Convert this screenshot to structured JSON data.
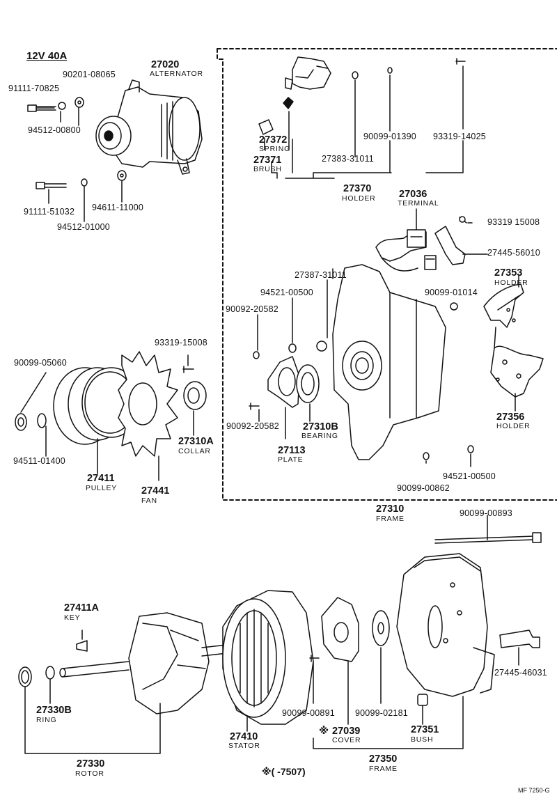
{
  "header": "12V 40A",
  "footnote": "※(  -7507)",
  "code": "MF 7250-G",
  "parts": {
    "alternator": {
      "pn": "27020",
      "name": "ALTERNATOR"
    },
    "spring": {
      "pn": "27372",
      "name": "SPRING"
    },
    "brush": {
      "pn": "27371",
      "name": "BRUSH"
    },
    "holder_27370": {
      "pn": "27370",
      "name": "HOLDER"
    },
    "terminal": {
      "pn": "27036",
      "name": "TERMINAL"
    },
    "holder_27353": {
      "pn": "27353",
      "name": "HOLDER"
    },
    "holder_27356": {
      "pn": "27356",
      "name": "HOLDER"
    },
    "collar": {
      "pn": "27310A",
      "name": "COLLAR"
    },
    "bearing": {
      "pn": "27310B",
      "name": "BEARING"
    },
    "plate": {
      "pn": "27113",
      "name": "PLATE"
    },
    "pulley": {
      "pn": "27411",
      "name": "PULLEY"
    },
    "fan": {
      "pn": "27441",
      "name": "FAN"
    },
    "frame_27310": {
      "pn": "27310",
      "name": "FRAME"
    },
    "key": {
      "pn": "27411A",
      "name": "KEY"
    },
    "ring": {
      "pn": "27330B",
      "name": "RING"
    },
    "stator": {
      "pn": "27410",
      "name": "STATOR"
    },
    "cover": {
      "pn": "27039",
      "name": "COVER",
      "mark": "※"
    },
    "bush": {
      "pn": "27351",
      "name": "BUSH"
    },
    "frame_27350": {
      "pn": "27350",
      "name": "FRAME"
    },
    "rotor": {
      "pn": "27330",
      "name": "ROTOR"
    }
  },
  "part_numbers": {
    "p90201_08065": "90201-08065",
    "p91111_70825": "91111-70825",
    "p94512_00800": "94512-00800",
    "p91111_51032": "91111-51032",
    "p94611_11000": "94611-11000",
    "p94512_01000": "94512-01000",
    "p27383_31011": "27383-31011",
    "p90099_01390": "90099-01390",
    "p93319_14025": "93319-14025",
    "p93319_15008a": "93319 15008",
    "p27445_56010": "27445-56010",
    "p27387_31011": "27387-31011",
    "p94521_00500a": "94521-00500",
    "p90092_20582a": "90092-20582",
    "p90099_01014": "90099-01014",
    "p93319_15008b": "93319-15008",
    "p90099_05060": "90099-05060",
    "p90092_20582b": "90092-20582",
    "p94511_01400": "94511-01400",
    "p90099_00862": "90099-00862",
    "p94521_00500b": "94521-00500",
    "p90099_00893": "90099-00893",
    "p27445_46031": "27445-46031",
    "p90099_00891": "90099-00891",
    "p90099_02181": "90099-02181"
  }
}
